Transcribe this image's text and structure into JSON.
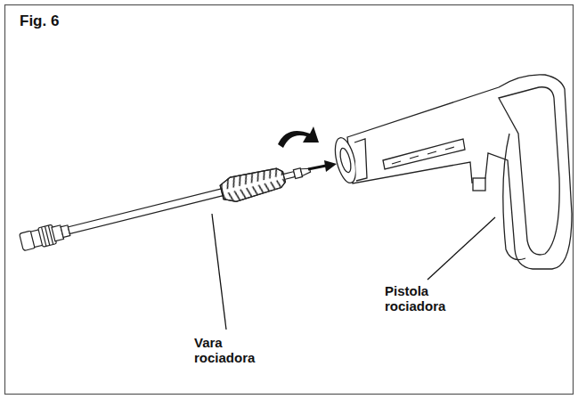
{
  "diagram": {
    "title": "Fig. 6",
    "labels": [
      "Vara rociadora",
      "Pistola rociadora"
    ]
  }
}
